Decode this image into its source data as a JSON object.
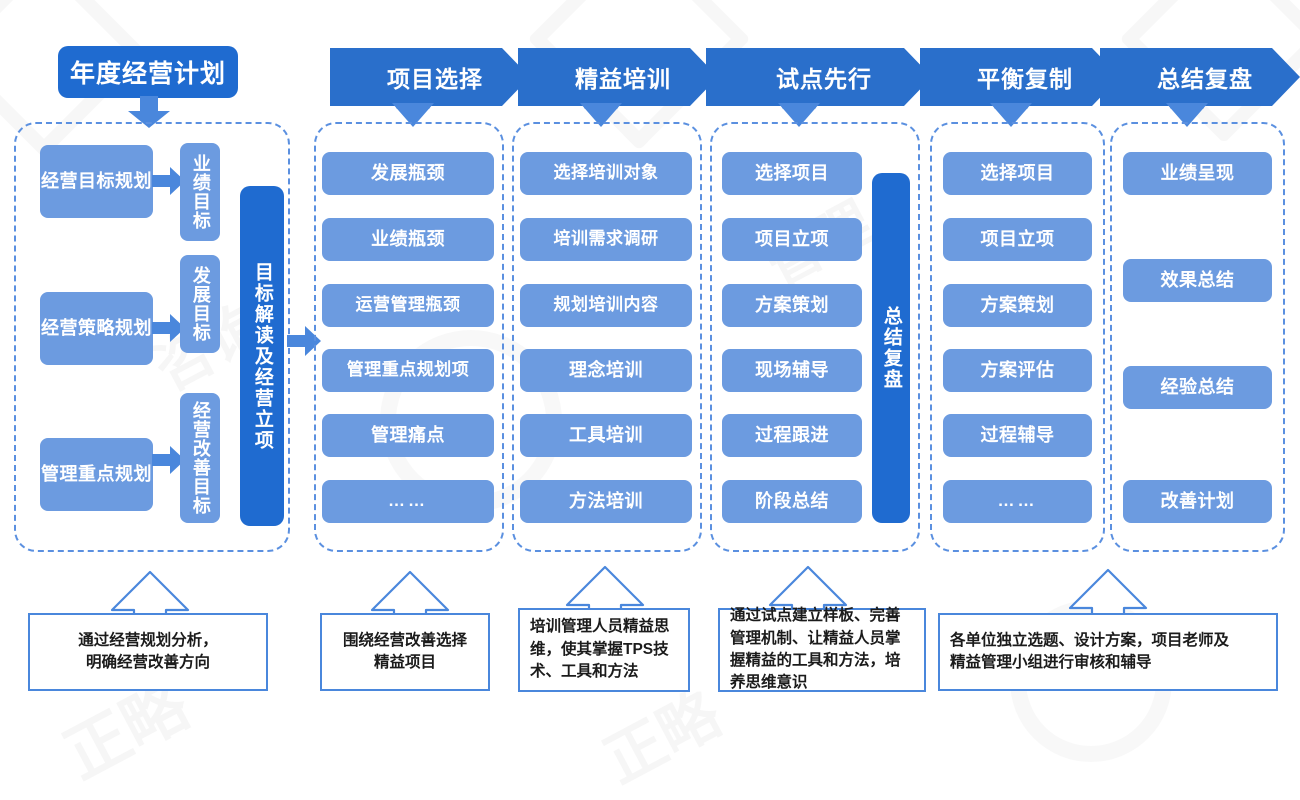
{
  "colors": {
    "dark_blue": "#1F6BD0",
    "light_blue": "#6C9BE0",
    "chevron_blue": "#2A6FCB",
    "dashed_border": "#5B90E0",
    "note_border": "#4A87DC",
    "text_white": "#FFFFFF",
    "note_text": "#1B1B1B"
  },
  "header": {
    "plan_title": "年度经营计划",
    "stages": [
      {
        "label": "项目选择"
      },
      {
        "label": "精益培训"
      },
      {
        "label": "试点先行"
      },
      {
        "label": "平衡复制"
      },
      {
        "label": "总结复盘"
      }
    ]
  },
  "columns": [
    {
      "id": "annual-plan",
      "pairs": [
        {
          "source": "经营目标规划",
          "target": "业绩目标"
        },
        {
          "source": "经营策略规划",
          "target": "发展目标"
        },
        {
          "source": "管理重点规划",
          "target": "经营改善目标"
        }
      ],
      "side_bar": "目标解读及经营立项"
    },
    {
      "id": "project-selection",
      "items": [
        "发展瓶颈",
        "业绩瓶颈",
        "运营管理瓶颈",
        "管理重点规划项",
        "管理痛点",
        "……"
      ]
    },
    {
      "id": "lean-training",
      "items": [
        "选择培训对象",
        "培训需求调研",
        "规划培训内容",
        "理念培训",
        "工具培训",
        "方法培训"
      ]
    },
    {
      "id": "pilot-first",
      "items": [
        "选择项目",
        "项目立项",
        "方案策划",
        "现场辅导",
        "过程跟进",
        "阶段总结"
      ],
      "side_bar": "总结复盘"
    },
    {
      "id": "balanced-replication",
      "items": [
        "选择项目",
        "项目立项",
        "方案策划",
        "方案评估",
        "过程辅导",
        "……"
      ]
    },
    {
      "id": "summary-review",
      "items": [
        "业绩呈现",
        "效果总结",
        "经验总结",
        "改善计划"
      ]
    }
  ],
  "notes": [
    {
      "id": "note-1",
      "lines": [
        "通过经营规划分析，",
        "明确经营改善方向"
      ]
    },
    {
      "id": "note-2",
      "lines": [
        "围绕经营改善选择",
        "精益项目"
      ]
    },
    {
      "id": "note-3",
      "lines": [
        "培训管理人员精益思",
        "维，使其掌握TPS技",
        "术、工具和方法"
      ]
    },
    {
      "id": "note-4",
      "lines": [
        "通过试点建立样板、完善",
        "管理机制、让精益人员掌",
        "握精益的工具和方法，培",
        "养思维意识"
      ]
    },
    {
      "id": "note-5",
      "lines": [
        "各单位独立选题、设计方案，项目老师及",
        "精益管理小组进行审核和辅导"
      ]
    }
  ]
}
